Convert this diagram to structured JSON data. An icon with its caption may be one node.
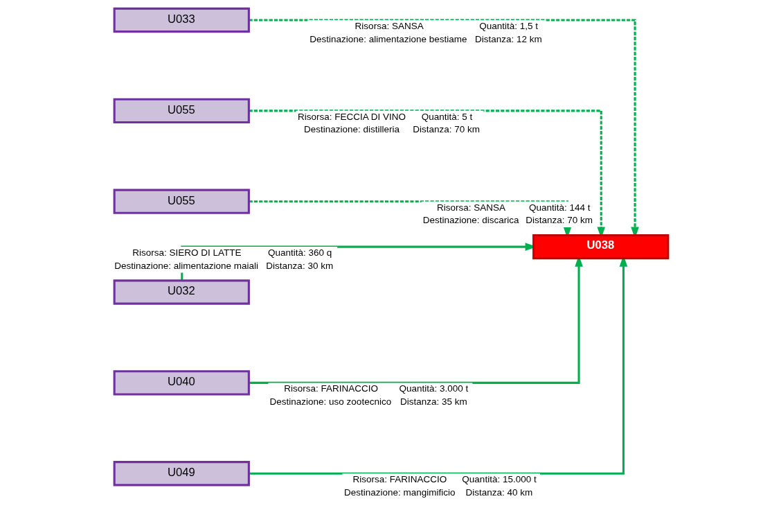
{
  "diagram": {
    "nodes": [
      {
        "text": [
          "U033"
        ]
      },
      {
        "text": [
          "U055"
        ]
      },
      {
        "text": [
          "U055"
        ]
      },
      {
        "text": [
          "U038"
        ]
      },
      {
        "text": [
          "U032"
        ]
      },
      {
        "text": [
          "U040"
        ]
      },
      {
        "text": [
          "U049"
        ]
      }
    ],
    "edges": [
      {
        "from": 0,
        "to": 3,
        "arrow": "to",
        "style": "dashed",
        "label": "Risorsa: SANSA"
      },
      {
        "from": 1,
        "to": 3,
        "arrow": "to",
        "style": "dashed",
        "label": "Risorsa: FECCIA DI VINO"
      },
      {
        "from": 2,
        "to": 3,
        "arrow": "to",
        "style": "dashed",
        "label": "Risorsa: SANSA"
      },
      {
        "from": 4,
        "to": 3,
        "arrow": "to",
        "label": "Risorsa: SIERO DI LATTE"
      },
      {
        "from": 5,
        "to": 3,
        "arrow": "to",
        "label": "Risorsa: FARINACCIO"
      },
      {
        "from": 6,
        "to": 3,
        "arrow": "to",
        "label": "Risorsa: FARINACCIO"
      }
    ],
    "labels": [
      "Quantità: 1,5 t",
      "Destinazione: alimentazione bestiame",
      "Distanza: 12 km",
      "Quantità: 5 t",
      "Destinazione: distilleria",
      "Distanza: 70 km",
      "Quantità: 144 t",
      "Destinazione: discarica",
      "Distanza: 70 km",
      "Quantità: 360 q",
      "Destinazione: alimentazione maiali",
      "Distanza: 30 km",
      "Quantità: 3.000 t",
      "Destinazione: uso zootecnico",
      "Distanza: 35 km",
      "Quantità: 15.000 t",
      "Destinazione: mangimificio",
      "Distanza: 40 km"
    ]
  }
}
